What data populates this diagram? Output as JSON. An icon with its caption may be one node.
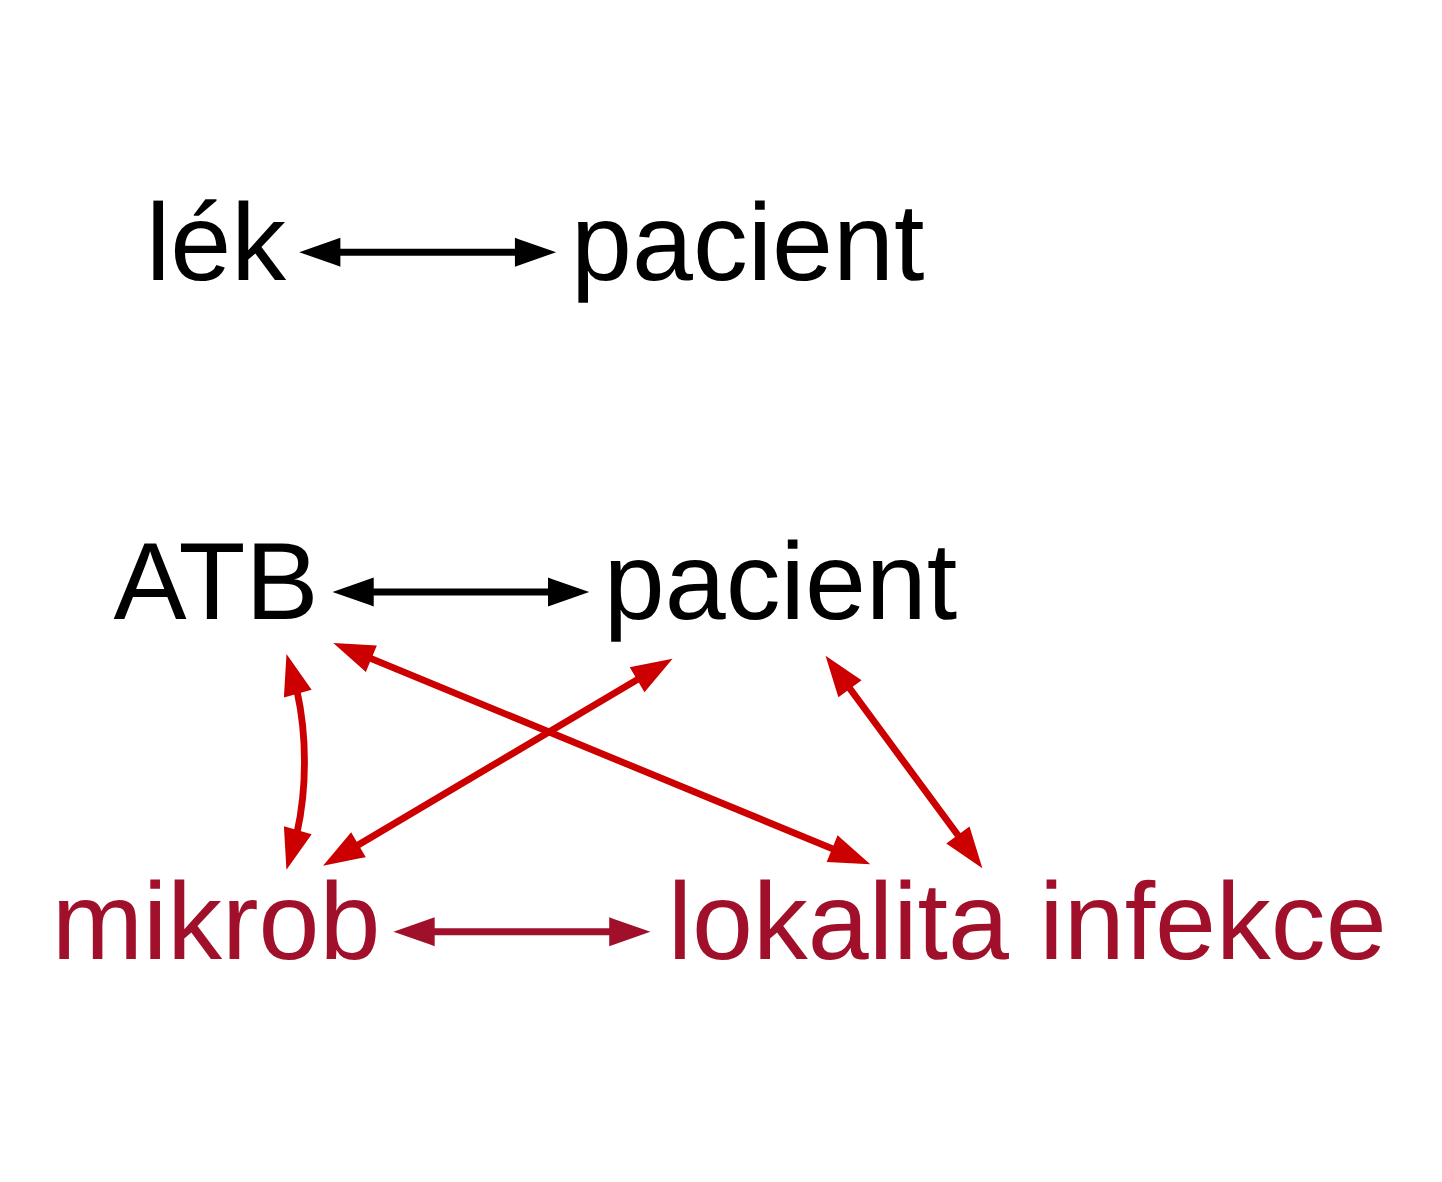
{
  "diagram": {
    "nodes": [
      {
        "text": [
          "lék"
        ]
      },
      {
        "text": [
          "pacient"
        ]
      },
      {
        "text": [
          "ATB"
        ]
      },
      {
        "text": [
          "pacient"
        ]
      },
      {
        "text": [
          "mikrob"
        ]
      },
      {
        "text": [
          "lokalita infekce"
        ]
      }
    ],
    "edges": [
      {
        "from": 0,
        "to": 1,
        "arrow": "both",
        "color": "#000000"
      },
      {
        "from": 2,
        "to": 3,
        "arrow": "both",
        "color": "#000000"
      },
      {
        "from": 2,
        "to": 4,
        "arrow": "both"
      },
      {
        "from": 2,
        "to": 5,
        "arrow": "both"
      },
      {
        "from": 3,
        "to": 4,
        "arrow": "both"
      },
      {
        "from": 3,
        "to": 5,
        "arrow": "both"
      },
      {
        "from": 4,
        "to": 5,
        "arrow": "both",
        "color": "#a0102a"
      }
    ]
  }
}
